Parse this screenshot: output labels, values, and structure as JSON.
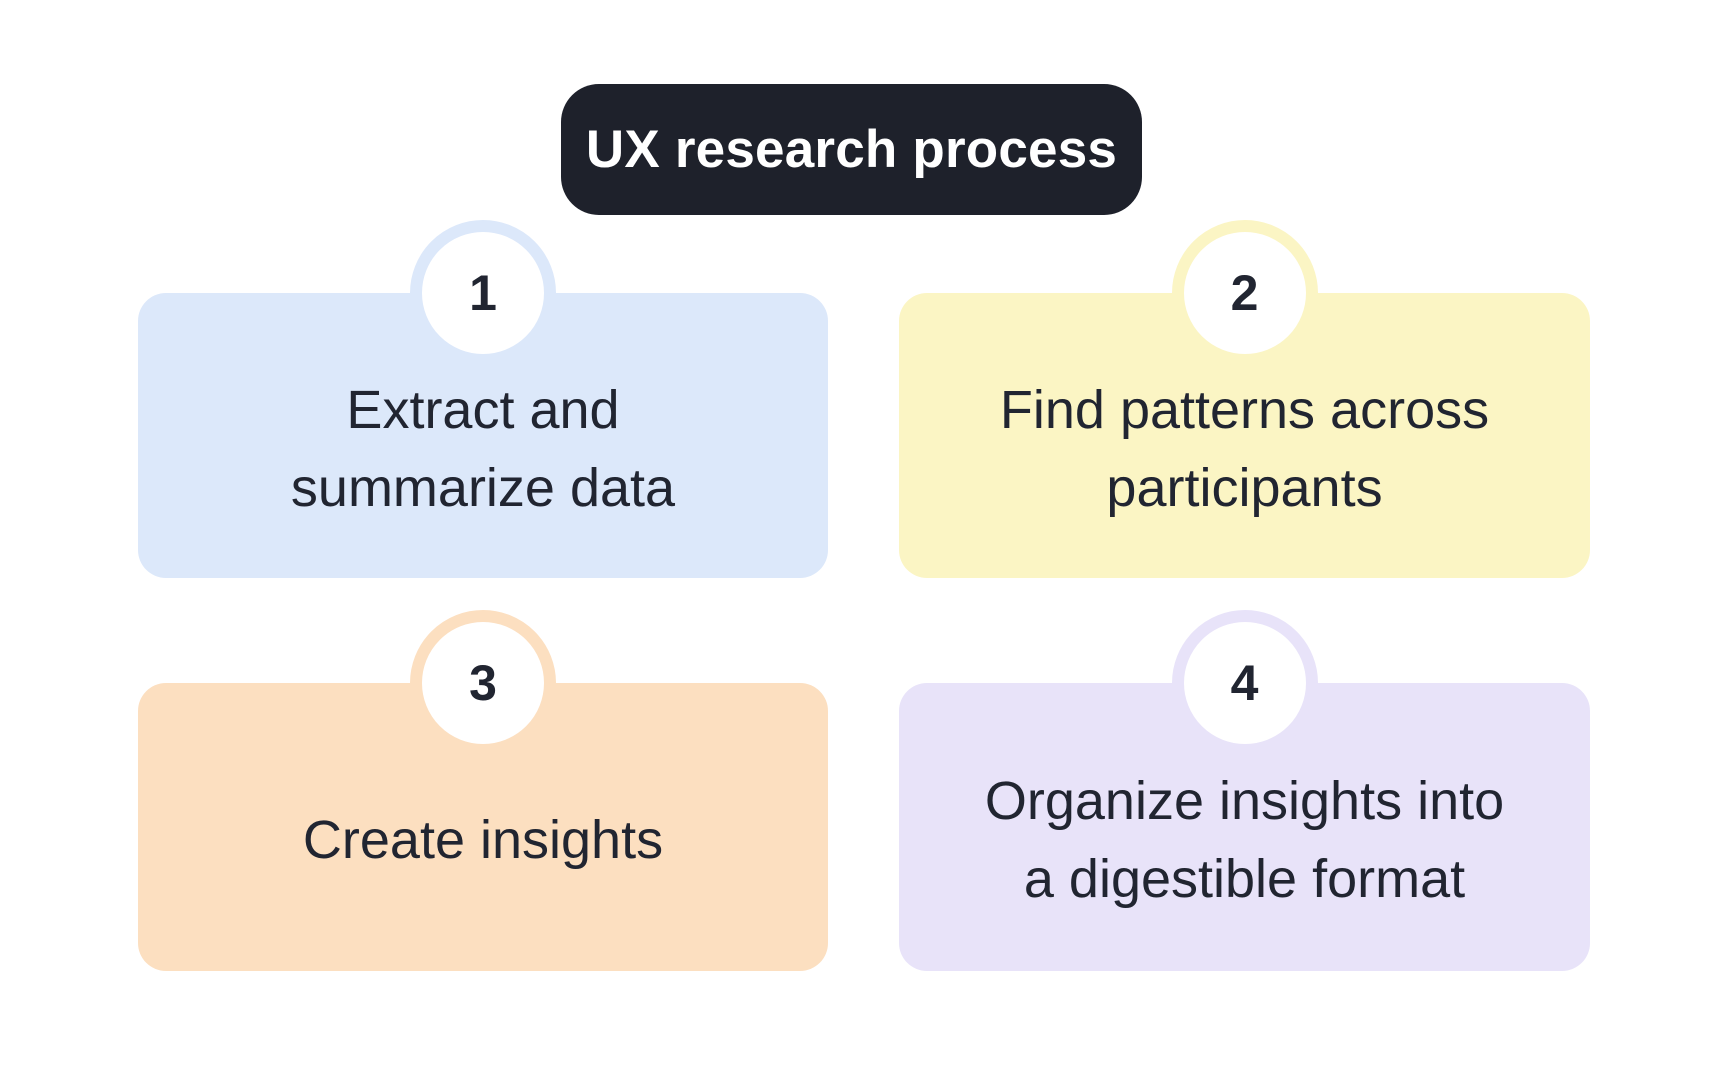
{
  "title": {
    "label": "UX research process"
  },
  "colors": {
    "background": "#ffffff",
    "title_bg": "#1e212b",
    "title_text": "#ffffff",
    "card_text": "#212531",
    "number_text": "#212531",
    "circle_fill": "#ffffff"
  },
  "steps": [
    {
      "number": "1",
      "label": "Extract and summarize data",
      "lines": [
        "Extract and",
        "summarize data"
      ],
      "color": "#dce8fa"
    },
    {
      "number": "2",
      "label": "Find patterns across participants",
      "lines": [
        "Find patterns across",
        "participants"
      ],
      "color": "#fbf5c4"
    },
    {
      "number": "3",
      "label": "Create insights",
      "lines": [
        "Create insights"
      ],
      "color": "#fcdfc0"
    },
    {
      "number": "4",
      "label": "Organize insights into a digestible format",
      "lines": [
        "Organize insights into",
        "a digestible format"
      ],
      "color": "#e8e3f9"
    }
  ]
}
